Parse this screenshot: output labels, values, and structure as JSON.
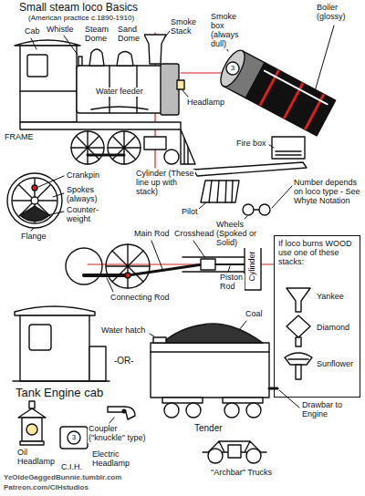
{
  "diagram": {
    "title": "Small steam loco Basics",
    "nodes": [
      {
        "text": [
          "If loco burns WOOD use one of these stacks:",
          "Yankee",
          "Diamond",
          "Sunflower"
        ]
      }
    ],
    "labels": [
      "(American practice c.1890-1910)",
      "Whistle",
      "Steam Dome",
      "Sand Dome",
      "Smoke Stack",
      "Smoke box (always dull)",
      "Boiler (glossy)",
      "Cab",
      "Water feeder",
      "3",
      "Fire box",
      "FRAME",
      "Headlamp",
      "Counter-weight",
      "Spokes (always)",
      "Crankpin",
      "Flange",
      "Cylinder (These line up with stack)",
      "Pilot",
      "Wheels (Spoked or Solid)",
      "Number depends on loco type - See Whyte Notation",
      "Main Rod",
      "Crosshead",
      "Cylinder",
      "Piston Rod",
      "Connecting Rod",
      "Coal",
      "Water hatch",
      "-OR-",
      "Tank Engine cab",
      "Drawbar to Engine",
      "Coupler (\"knuckle\" type)",
      "Tender",
      "Oil Headlamp",
      "3",
      "Electric Headlamp",
      "\"Archbar\" Trucks",
      "C.I.H.",
      "YeOldeGaggedBunnie.tumblr.com",
      "Patreon.com/CIHstudios"
    ]
  }
}
